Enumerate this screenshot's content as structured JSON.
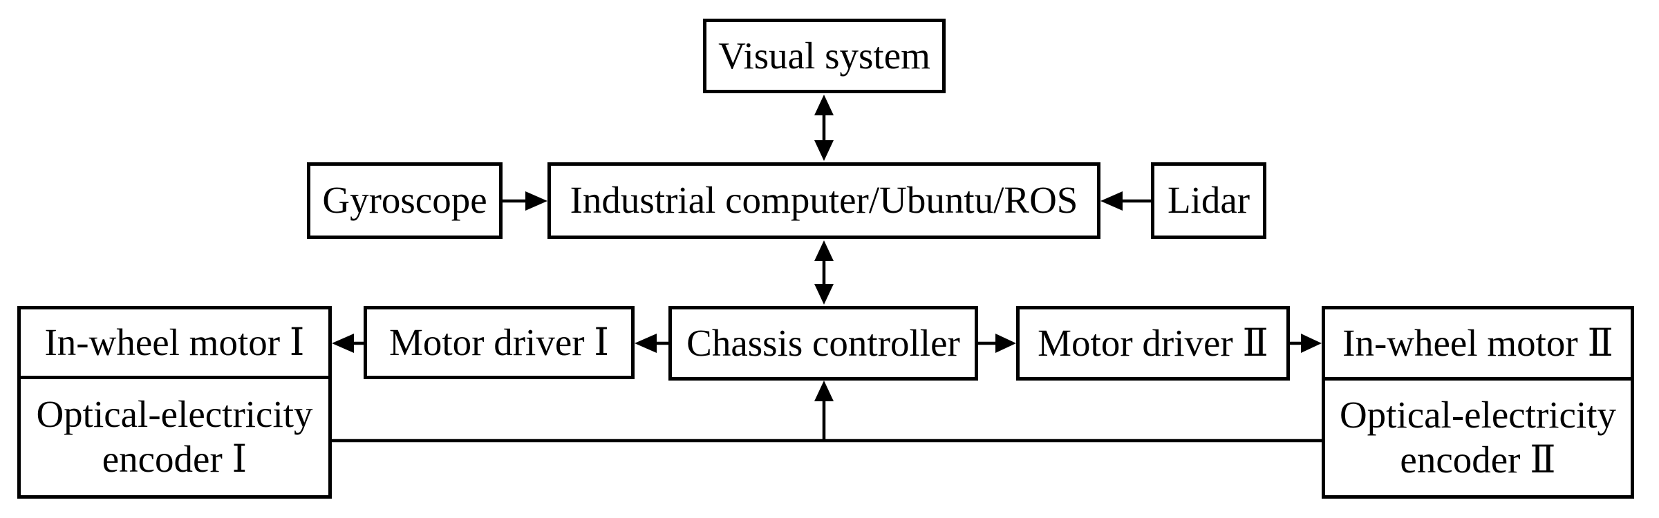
{
  "diagram": {
    "type": "block-diagram",
    "background_color": "#ffffff",
    "line_color": "#000000",
    "nodes": {
      "visual_system": {
        "label": "Visual system"
      },
      "gyroscope": {
        "label": "Gyroscope"
      },
      "industrial_computer": {
        "label": "Industrial computer/Ubuntu/ROS"
      },
      "lidar": {
        "label": "Lidar"
      },
      "in_wheel_motor_1": {
        "label": "In-wheel motor Ⅰ"
      },
      "motor_driver_1": {
        "label": "Motor driver Ⅰ"
      },
      "chassis_controller": {
        "label": "Chassis controller"
      },
      "motor_driver_2": {
        "label": "Motor driver Ⅱ"
      },
      "in_wheel_motor_2": {
        "label": "In-wheel motor Ⅱ"
      },
      "optical_encoder_1": {
        "label_line1": "Optical-electricity",
        "label_line2": "encoder Ⅰ"
      },
      "optical_encoder_2": {
        "label_line1": "Optical-electricity",
        "label_line2": "encoder Ⅱ"
      }
    },
    "connections": [
      {
        "from": "visual_system",
        "to": "industrial_computer",
        "style": "bidirectional"
      },
      {
        "from": "gyroscope",
        "to": "industrial_computer",
        "style": "arrow"
      },
      {
        "from": "lidar",
        "to": "industrial_computer",
        "style": "arrow"
      },
      {
        "from": "industrial_computer",
        "to": "chassis_controller",
        "style": "bidirectional"
      },
      {
        "from": "chassis_controller",
        "to": "motor_driver_1",
        "style": "arrow"
      },
      {
        "from": "motor_driver_1",
        "to": "in_wheel_motor_1",
        "style": "arrow"
      },
      {
        "from": "chassis_controller",
        "to": "motor_driver_2",
        "style": "arrow"
      },
      {
        "from": "motor_driver_2",
        "to": "in_wheel_motor_2",
        "style": "arrow"
      },
      {
        "from": "optical_encoder_1",
        "to": "chassis_controller",
        "style": "arrow"
      },
      {
        "from": "optical_encoder_2",
        "to": "chassis_controller",
        "style": "arrow"
      }
    ]
  }
}
